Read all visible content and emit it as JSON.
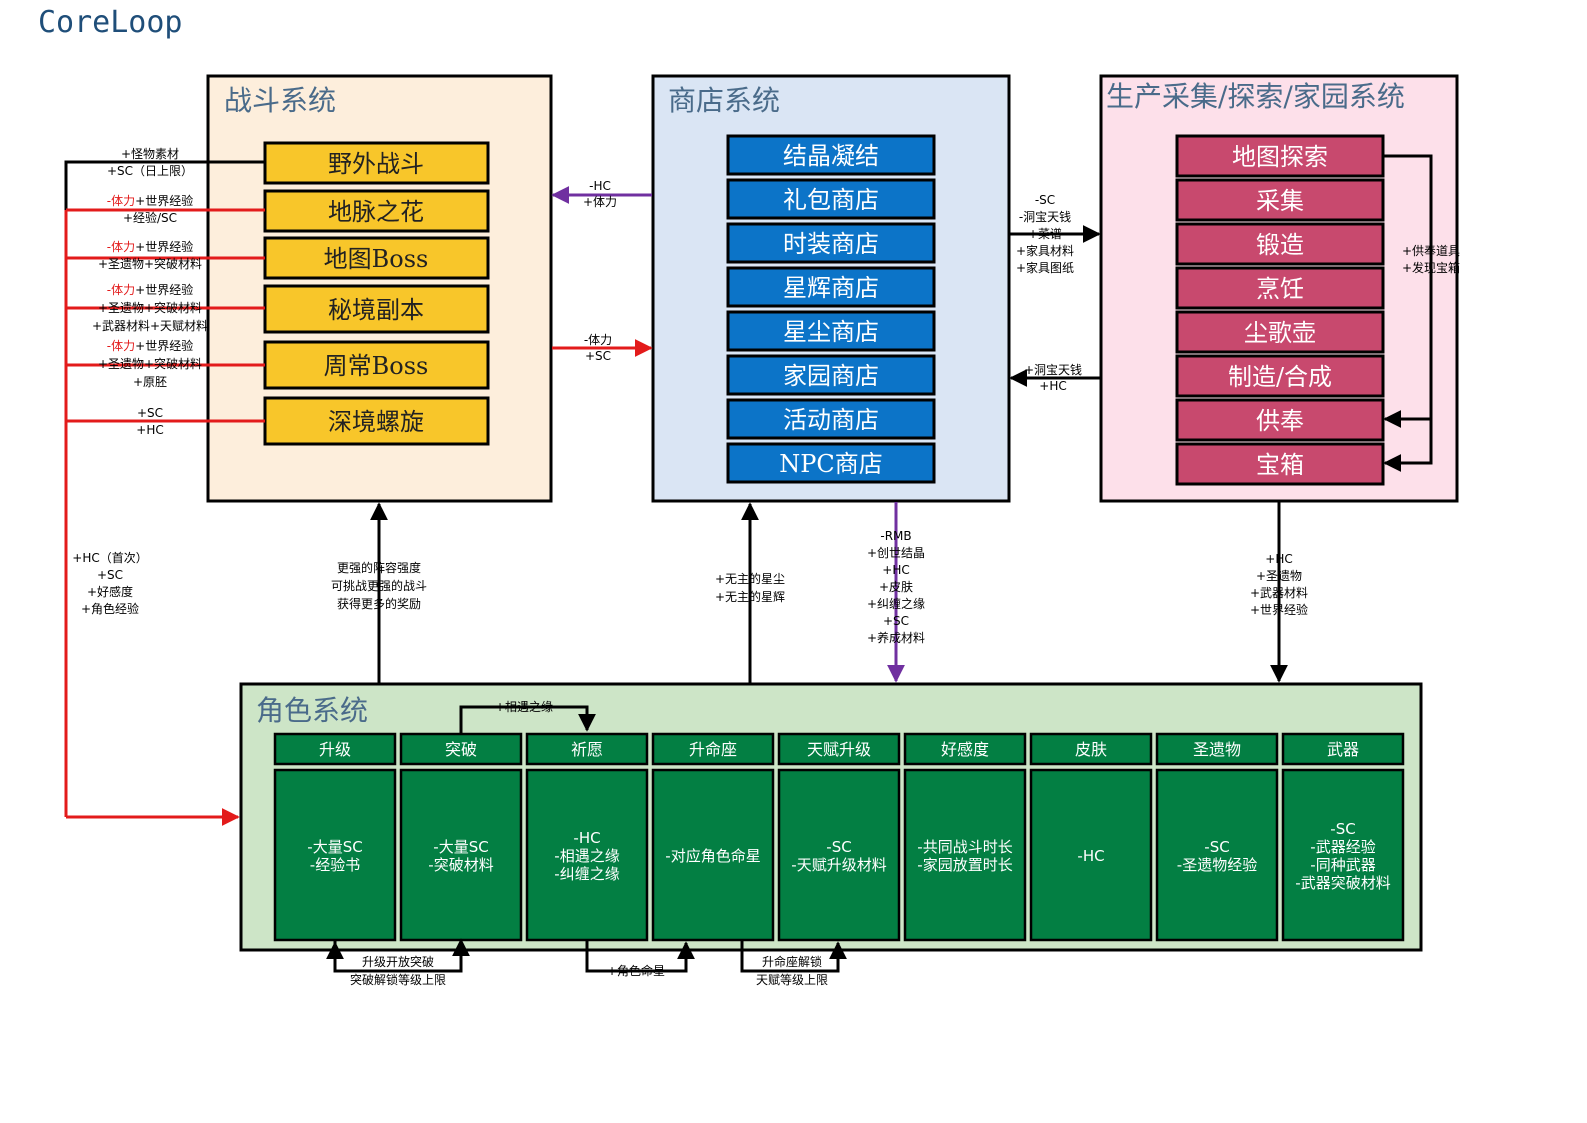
{
  "title": "CoreLoop",
  "colors": {
    "combat_bg": "#fdeedc",
    "combat_item": "#f8c62a",
    "shop_bg": "#dae5f4",
    "shop_item": "#0c74c8",
    "production_bg": "#fde0ea",
    "production_item": "#c8496e",
    "character_bg": "#cde5c7",
    "character_item": "#037f43",
    "red_arrow": "#e31b1b",
    "purple_arrow": "#7030a0"
  },
  "combat": {
    "title": "战斗系统",
    "items": [
      "野外战斗",
      "地脉之花",
      "地图Boss",
      "秘境副本",
      "周常Boss",
      "深境螺旋"
    ]
  },
  "shop": {
    "title": "商店系统",
    "items": [
      "结晶凝结",
      "礼包商店",
      "时装商店",
      "星辉商店",
      "星尘商店",
      "家园商店",
      "活动商店",
      "NPC商店"
    ]
  },
  "production": {
    "title": "生产采集/探索/家园系统",
    "items": [
      "地图探索",
      "采集",
      "锻造",
      "烹饪",
      "尘歌壶",
      "制造/合成",
      "供奉",
      "宝箱"
    ]
  },
  "character": {
    "title": "角色系统",
    "columns": [
      {
        "header": "升级",
        "lines": [
          "-大量SC",
          "-经验书"
        ]
      },
      {
        "header": "突破",
        "lines": [
          "-大量SC",
          "-突破材料"
        ]
      },
      {
        "header": "祈愿",
        "lines": [
          "-HC",
          "-相遇之缘",
          "-纠缠之缘"
        ]
      },
      {
        "header": "升命座",
        "lines": [
          "-对应角色命星"
        ]
      },
      {
        "header": "天赋升级",
        "lines": [
          "-SC",
          "-天赋升级材料"
        ]
      },
      {
        "header": "好感度",
        "lines": [
          "-共同战斗时长",
          "-家园放置时长"
        ]
      },
      {
        "header": "皮肤",
        "lines": [
          "-HC"
        ]
      },
      {
        "header": "圣遗物",
        "lines": [
          "-SC",
          "-圣遗物经验"
        ]
      },
      {
        "header": "武器",
        "lines": [
          "-SC",
          "-武器经验",
          "-同种武器",
          "-武器突破材料"
        ]
      }
    ]
  },
  "combat_rewards": [
    [
      {
        "t": "+怪物素材",
        "c": "black"
      },
      {
        "t": "+SC（日上限）",
        "c": "black"
      }
    ],
    [
      {
        "t": "-体力",
        "c": "red",
        "t2": "+世界经验"
      },
      {
        "t": "+经验/SC",
        "c": "black"
      }
    ],
    [
      {
        "t": "-体力",
        "c": "red",
        "t2": "+世界经验"
      },
      {
        "t": "+圣遗物+突破材料",
        "c": "black"
      }
    ],
    [
      {
        "t": "-体力",
        "c": "red",
        "t2": "+世界经验"
      },
      {
        "t": "+圣遗物+突破材料",
        "c": "black"
      },
      {
        "t": "+武器材料+天赋材料",
        "c": "black"
      }
    ],
    [
      {
        "t": "-体力",
        "c": "red",
        "t2": "+世界经验"
      },
      {
        "t": "+圣遗物+突破材料",
        "c": "black"
      },
      {
        "t": "+原胚",
        "c": "black"
      }
    ],
    [
      {
        "t": "+SC",
        "c": "black"
      },
      {
        "t": "+HC",
        "c": "black"
      }
    ]
  ],
  "labels": {
    "shop_to_combat": [
      "-HC",
      "+体力"
    ],
    "combat_to_shop": [
      "-体力",
      "+SC"
    ],
    "shop_to_prod": [
      "-SC",
      "-洞宝天钱",
      "+菜谱",
      "+家具材料",
      "+家具图纸"
    ],
    "prod_to_shop": [
      "+洞宝天钱",
      "+HC"
    ],
    "prod_loop": [
      "+供奉道具",
      "+发现宝箱"
    ],
    "left_main": [
      "+HC（首次）",
      "+SC",
      "+好感度",
      "+角色经验"
    ],
    "char_to_combat": [
      "更强的阵容强度",
      "可挑战更强的战斗",
      "获得更多的奖励"
    ],
    "char_to_shop": [
      "+无主的星尘",
      "+无主的星辉"
    ],
    "shop_to_char": [
      "-RMB",
      "+创世结晶",
      "+HC",
      "+皮肤",
      "+纠缠之缘",
      "+SC",
      "+养成材料"
    ],
    "prod_to_char": [
      "+HC",
      "+圣遗物",
      "+武器材料",
      "+世界经验"
    ],
    "top_connector": [
      "+相遇之缘"
    ],
    "bottom_connector_1": [
      "升级开放突破",
      "突破解锁等级上限"
    ],
    "bottom_connector_2": [
      "+角色命星"
    ],
    "bottom_connector_3": [
      "升命座解锁",
      "天赋等级上限"
    ]
  }
}
